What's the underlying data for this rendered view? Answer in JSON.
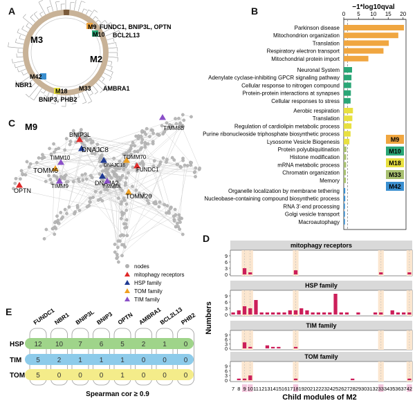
{
  "panel_letters": {
    "a": "A",
    "b": "B",
    "c": "C",
    "d": "D",
    "e": "E"
  },
  "panel_a": {
    "module_labels": [
      "M3",
      "M2",
      "M9",
      "M10",
      "M42",
      "M18",
      "M33"
    ],
    "gene_labels": [
      "FUNDC1, BNIP3L, OPTN",
      "BCL2L13",
      "NBR1",
      "BNIP3, PHB2",
      "AMBRA1"
    ],
    "colors": {
      "ring": "#c8b297",
      "dark_segment": "#7a5a3a",
      "M9": "#f0a640",
      "M10": "#2aa676",
      "M42": "#3a8fd0",
      "M18": "#e8e040",
      "M33": "#a8c070"
    }
  },
  "panel_b": {
    "chart_data": {
      "type": "bar",
      "orientation": "horizontal",
      "xlabel": "−1*log10qval",
      "xticks": [
        0,
        5,
        10,
        15,
        20
      ],
      "xlim": [
        0,
        21
      ],
      "threshold_line": 1.3,
      "groups": [
        {
          "module": "M9",
          "color": "#f0a640",
          "terms": [
            {
              "label": "Parkinson disease",
              "value": 20.3
            },
            {
              "label": "Mitochondrion organization",
              "value": 18.4
            },
            {
              "label": "Translation",
              "value": 15.2
            },
            {
              "label": "Respiratory electron transport",
              "value": 13.4
            },
            {
              "label": "Mitochondrial protein import",
              "value": 8.3
            }
          ]
        },
        {
          "module": "M10",
          "color": "#2aa676",
          "terms": [
            {
              "label": "Neuronal System",
              "value": 2.8
            },
            {
              "label": "Adenylate cyclase-inhibiting GPCR signaling pathway",
              "value": 2.6
            },
            {
              "label": "Cellular response to nitrogen compound",
              "value": 2.5
            },
            {
              "label": "Protein-protein interactions at synapses",
              "value": 2.4
            },
            {
              "label": "Cellular responses to stress",
              "value": 2.3
            }
          ]
        },
        {
          "module": "M18",
          "color": "#e8e040",
          "terms": [
            {
              "label": "Aerobic respiration",
              "value": 3.1
            },
            {
              "label": "Translation",
              "value": 2.9
            },
            {
              "label": "Regulation of cardiolipin metabolic process",
              "value": 2.6
            },
            {
              "label": "Purine ribonucleoside triphosphate biosynthetic process",
              "value": 2.3
            },
            {
              "label": "Lysosome Vesicle Biogenesis",
              "value": 1.9
            }
          ]
        },
        {
          "module": "M33",
          "color": "#a8c070",
          "terms": [
            {
              "label": "Protein polyubiquitination",
              "value": 0.9
            },
            {
              "label": "Histone modification",
              "value": 0.8
            },
            {
              "label": "mRNA metabolic process",
              "value": 0.8
            },
            {
              "label": "Chromatin organization",
              "value": 0.7
            },
            {
              "label": "Memory",
              "value": 0.7
            }
          ]
        },
        {
          "module": "M42",
          "color": "#3a8fd0",
          "terms": [
            {
              "label": "Organelle localization by membrane tethering",
              "value": 0.5
            },
            {
              "label": "Nucleobase-containing compound biosynthetic process",
              "value": 0.5
            },
            {
              "label": "RNA 3'-end processing",
              "value": 0.4
            },
            {
              "label": "Golgi vesicle transport",
              "value": 0.4
            },
            {
              "label": "Macroautophagy",
              "value": 0.4
            }
          ]
        }
      ],
      "legend": [
        {
          "label": "M9",
          "color": "#f0a640"
        },
        {
          "label": "M10",
          "color": "#2aa676"
        },
        {
          "label": "M18",
          "color": "#e8e040"
        },
        {
          "label": "M33",
          "color": "#a8c070"
        },
        {
          "label": "M42",
          "color": "#3a8fd0"
        }
      ]
    }
  },
  "panel_c": {
    "title": "M9",
    "genes": [
      {
        "label": "BNIP3L",
        "category": "mitophagy receptors"
      },
      {
        "label": "DNAJC8",
        "category": "HSP family"
      },
      {
        "label": "TIMM8B",
        "category": "TIM family"
      },
      {
        "label": "TIMM10",
        "category": "TIM family"
      },
      {
        "label": "TOMM6",
        "category": "TOM family"
      },
      {
        "label": "TOMM70",
        "category": "TOM family"
      },
      {
        "label": "DNAJC18",
        "category": "HSP family"
      },
      {
        "label": "FUNDC1",
        "category": "mitophagy receptors"
      },
      {
        "label": "OPTN",
        "category": "mitophagy receptors"
      },
      {
        "label": "TIMM9",
        "category": "TIM family"
      },
      {
        "label": "DNAJA2",
        "category": "HSP family"
      },
      {
        "label": "TOMM20",
        "category": "TOM family"
      },
      {
        "label": "TIMM8A",
        "category": "TIM family"
      }
    ],
    "legend": [
      {
        "label": "nodes",
        "color": "#b0b0b0",
        "shape": "circle"
      },
      {
        "label": "mitophagy receptors",
        "color": "#e02828",
        "shape": "triangle"
      },
      {
        "label": "HSP family",
        "color": "#1f3a93",
        "shape": "triangle"
      },
      {
        "label": "TOM family",
        "color": "#f0a020",
        "shape": "triangle"
      },
      {
        "label": "TIM family",
        "color": "#8a4fc8",
        "shape": "triangle"
      }
    ]
  },
  "panel_d": {
    "chart_data": {
      "type": "bar",
      "ylabel": "Numbers",
      "xlabel": "Child modules of M2",
      "yticks": [
        0,
        3,
        6,
        9
      ],
      "ylim": [
        0,
        11
      ],
      "categories": [
        "7",
        "8",
        "9",
        "10",
        "11",
        "12",
        "13",
        "14",
        "15",
        "16",
        "17",
        "18",
        "19",
        "20",
        "21",
        "22",
        "23",
        "24",
        "25",
        "26",
        "27",
        "28",
        "29",
        "30",
        "31",
        "32",
        "33",
        "34",
        "35",
        "36",
        "37",
        "42"
      ],
      "highlighted": [
        "9",
        "10",
        "18",
        "33",
        "42"
      ],
      "bar_color": "#cc1f5a",
      "series": [
        {
          "name": "mitophagy receptors",
          "values": [
            0,
            0,
            3,
            1,
            0,
            0,
            0,
            0,
            0,
            0,
            0,
            2,
            0,
            0,
            0,
            0,
            0,
            0,
            0,
            0,
            0,
            0,
            0,
            0,
            0,
            0,
            1,
            0,
            0,
            0,
            0,
            1
          ]
        },
        {
          "name": "HSP family",
          "values": [
            1,
            2,
            4,
            3,
            7,
            1,
            1,
            1,
            1,
            1,
            2,
            2,
            3,
            2,
            1,
            1,
            1,
            1,
            10,
            1,
            1,
            0,
            1,
            0,
            0,
            1,
            1,
            0,
            2,
            1,
            1,
            1
          ]
        },
        {
          "name": "TIM family",
          "values": [
            0,
            0,
            4,
            1,
            0,
            0,
            2,
            1,
            1,
            0,
            0,
            1,
            0,
            0,
            0,
            0,
            0,
            0,
            0,
            0,
            0,
            0,
            0,
            0,
            0,
            0,
            0,
            0,
            0,
            0,
            0,
            0
          ]
        },
        {
          "name": "TOM family",
          "values": [
            0,
            1,
            1,
            3,
            0,
            0,
            0,
            0,
            0,
            0,
            0,
            1,
            0,
            0,
            0,
            0,
            0,
            0,
            0,
            0,
            0,
            1,
            0,
            0,
            0,
            0,
            0,
            0,
            0,
            0,
            0,
            1
          ]
        }
      ]
    }
  },
  "panel_e": {
    "chart_data": {
      "type": "table",
      "columns": [
        "FUNDC1",
        "NBR1",
        "BNIP3L",
        "BNIP3",
        "OPTN",
        "AMBRA1",
        "BCL2L13",
        "PHB2"
      ],
      "rows": [
        {
          "name": "HSP",
          "color": "#9fd48a",
          "values": [
            12,
            10,
            7,
            6,
            5,
            2,
            1,
            0
          ]
        },
        {
          "name": "TIM",
          "color": "#8dcbea",
          "values": [
            5,
            2,
            1,
            1,
            1,
            0,
            0,
            0
          ]
        },
        {
          "name": "TOM",
          "color": "#f4ec8a",
          "values": [
            5,
            0,
            0,
            0,
            1,
            0,
            0,
            0
          ]
        }
      ],
      "caption": "Spearman cor ≥ 0.9"
    }
  }
}
